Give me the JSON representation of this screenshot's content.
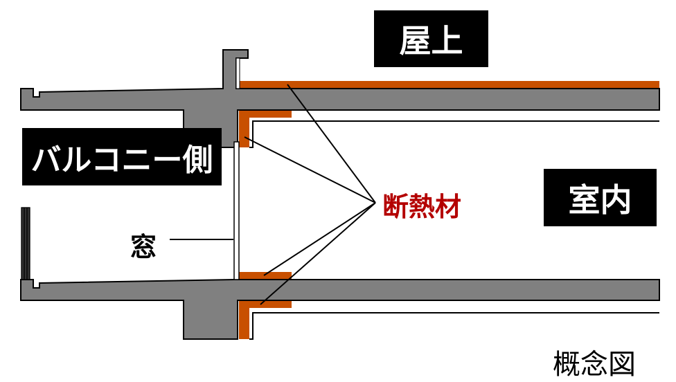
{
  "labels": {
    "rooftop": "屋上",
    "balcony_side": "バルコニー側",
    "indoor": "室内",
    "insulation": "断熱材",
    "window": "窓",
    "concept_diagram": "概念図"
  },
  "colors": {
    "concrete": "#808080",
    "insulation": "#c85000",
    "insulation_label": "#b40000",
    "label_box": "#000000"
  }
}
